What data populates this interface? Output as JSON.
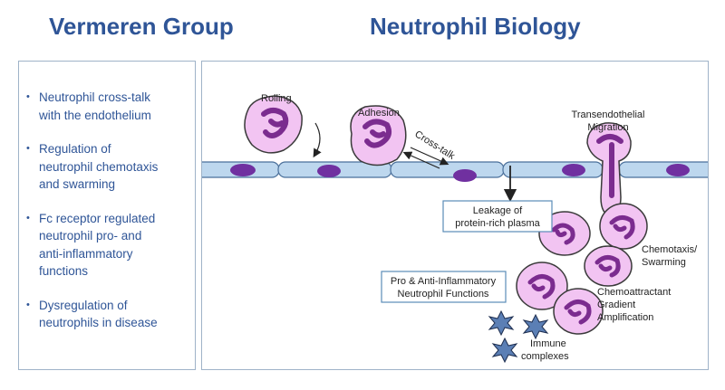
{
  "header": {
    "left_title": "Vermeren Group",
    "right_title": "Neutrophil Biology"
  },
  "topics": [
    {
      "lines": [
        "Neutrophil cross-talk",
        "with the endothelium"
      ]
    },
    {
      "lines": [
        "Regulation of",
        "neutrophil chemotaxis",
        "and swarming"
      ]
    },
    {
      "lines": [
        "Fc receptor regulated",
        "neutrophil pro- and",
        "anti-inflammatory",
        "functions"
      ]
    },
    {
      "lines": [
        "Dysregulation of",
        "neutrophils in disease"
      ]
    }
  ],
  "diagram": {
    "rolling": "Rolling",
    "adhesion": "Adhesion",
    "cross_talk": "Cross-talk",
    "transendothelial": [
      "Transendothelial",
      "Migration"
    ],
    "leakage": [
      "Leakage of",
      "protein-rich plasma"
    ],
    "chemotaxis": [
      "Chemotaxis/",
      "Swarming"
    ],
    "pro_anti": [
      "Pro & Anti-Inflammatory",
      "Neutrophil Functions"
    ],
    "chemoattractant": [
      "Chemoattractant",
      "Gradient",
      "Amplification"
    ],
    "immune": [
      "Immune",
      "complexes"
    ]
  },
  "colors": {
    "heading": "#2f5597",
    "cell_fill": "#f2c4f2",
    "cell_stroke": "#3a3a3a",
    "nucleus": "#7b2c8f",
    "endothelium": "#bdd7ee",
    "endo_nucleus": "#7030a0",
    "immune_complex": "#5b7fb5"
  }
}
